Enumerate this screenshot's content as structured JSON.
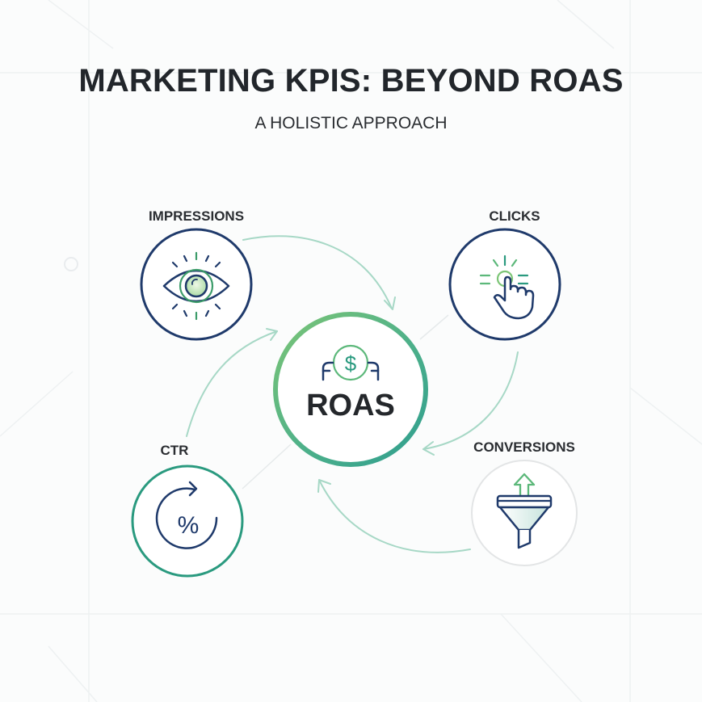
{
  "header": {
    "title": "MARKETING KPIS: BEYOND ROAS",
    "subtitle": "A HOLISTIC APPROACH"
  },
  "center": {
    "label": "ROAS",
    "icon": "money-hands-icon"
  },
  "nodes": [
    {
      "id": "impressions",
      "label": "IMPRESSIONS",
      "icon": "eye-icon"
    },
    {
      "id": "clicks",
      "label": "CLICKS",
      "icon": "hand-pointer-click-icon"
    },
    {
      "id": "conversions",
      "label": "CONVERSIONS",
      "icon": "funnel-arrow-up-icon"
    },
    {
      "id": "ctr",
      "label": "CTR",
      "icon": "percent-cycle-icon"
    }
  ],
  "flow": [
    {
      "from": "impressions",
      "to": "roas"
    },
    {
      "from": "clicks",
      "to": "roas"
    },
    {
      "from": "conversions",
      "to": "roas"
    },
    {
      "from": "ctr",
      "to": "roas"
    }
  ],
  "colors": {
    "navy": "#1f3a6b",
    "green": "#5cb87a",
    "teal": "#2a9a7f",
    "arrow": "#a7d8c6",
    "text": "#22262b",
    "light_ring": "#e3e5e6"
  }
}
